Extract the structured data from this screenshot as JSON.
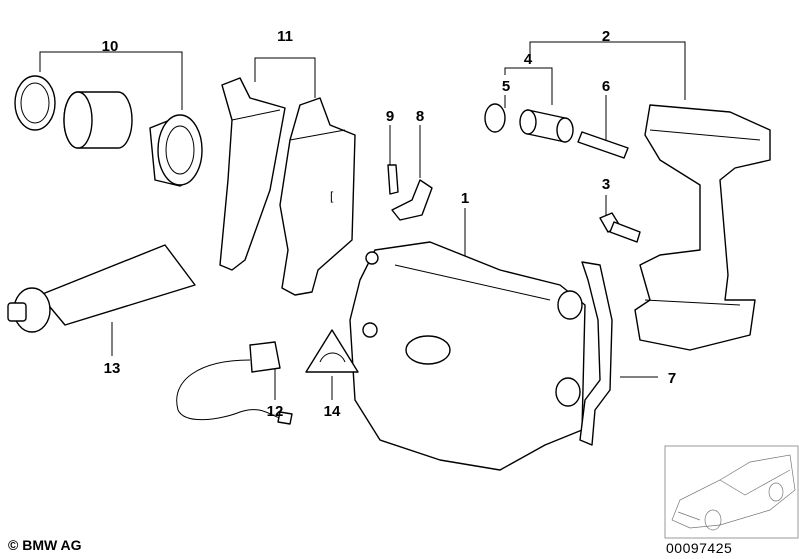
{
  "callouts": {
    "c1": "1",
    "c2": "2",
    "c3": "3",
    "c4": "4",
    "c5": "5",
    "c6": "6",
    "c7": "7",
    "c8": "8",
    "c9": "9",
    "c10": "10",
    "c11": "11",
    "c12": "12",
    "c13": "13",
    "c14": "14"
  },
  "footer": {
    "copyright": "© BMW AG",
    "diagram_id": "00097425"
  }
}
